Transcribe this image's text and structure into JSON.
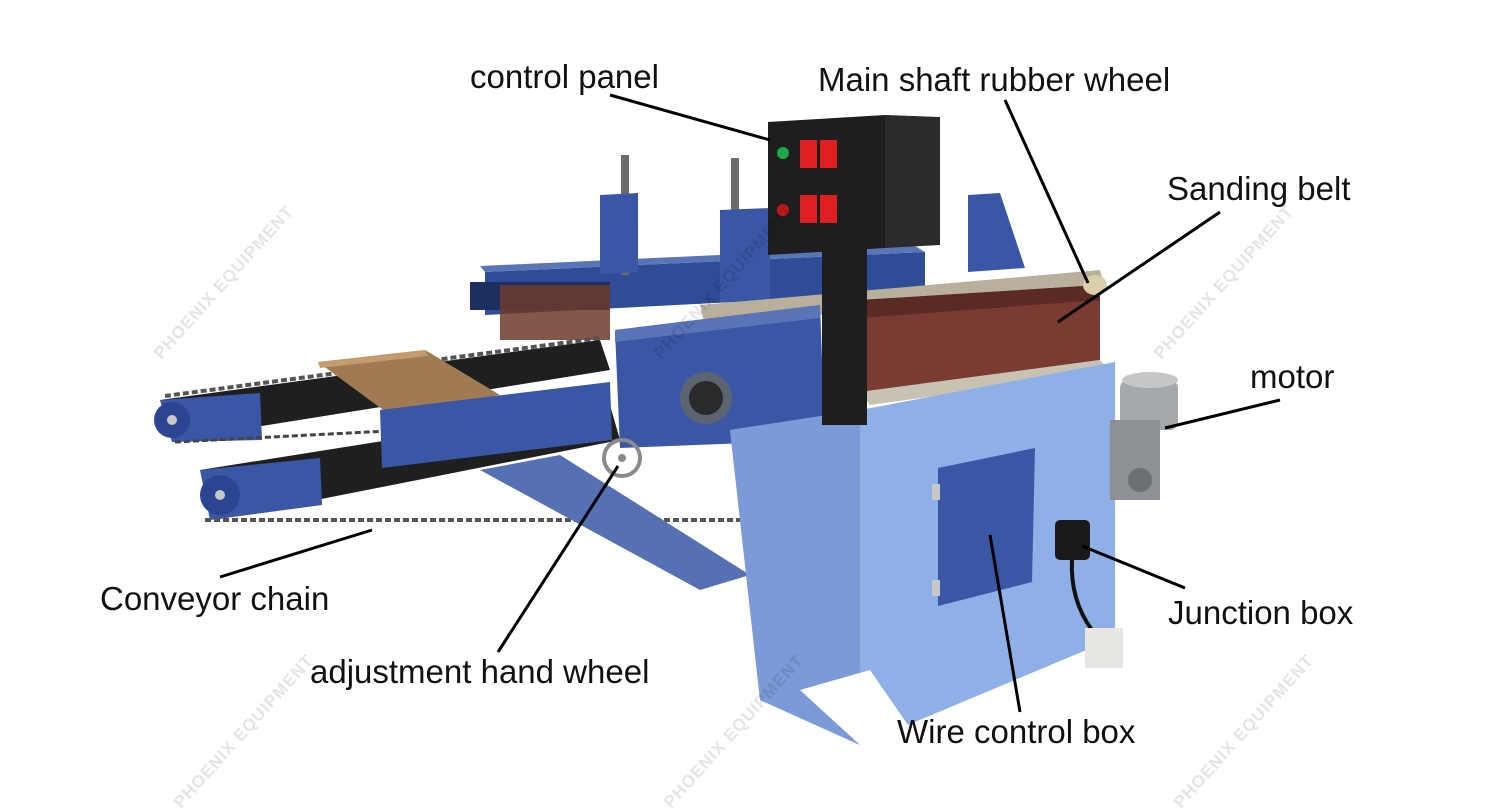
{
  "labels": {
    "control_panel": "control panel",
    "main_shaft_rubber_wheel": "Main shaft rubber wheel",
    "sanding_belt": "Sanding belt",
    "motor": "motor",
    "conveyor_chain": "Conveyor chain",
    "adjustment_hand_wheel": "adjustment hand wheel",
    "junction_box": "Junction box",
    "wire_control_box": "Wire control box"
  },
  "watermark": "PHOENIX EQUIPMENT",
  "colors": {
    "frame_blue": "#3a57a5",
    "cabinet_light_blue": "#8eb0e6",
    "belt_brown": "#7a3b32",
    "control_box": "#1e1e1e",
    "switch_red": "#e02020",
    "motor_grey": "#a6a9ac"
  }
}
